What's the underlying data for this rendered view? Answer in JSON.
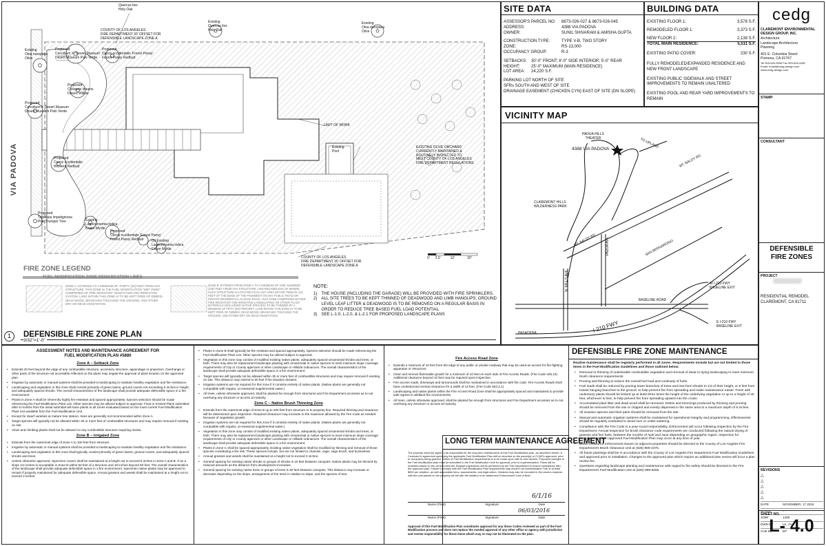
{
  "plan": {
    "title": "DEFENSIBLE FIRE ZONE PLAN",
    "number": "1",
    "scale": "3/32\"=1'-0\"",
    "street_label": "VIA PADOVA",
    "scale_bar_labels": [
      "0'",
      "2.5'",
      "10'",
      "20'"
    ],
    "labels": {
      "quercus": "Quercus ilex\nHoly Oak",
      "county_top": "COUNTY OF LOS ANGELES\nFIRE DEPARTMENT 30' OFFSET FOR\nDEFENSIBLE LANDSCAPE ZONE A",
      "existing_olive": "Existing\nOlea europaea\nOlive",
      "proposed1": "Proposed\nCercidium X 'Desert Museum'\nDesert Museum Palo Verde",
      "proposed2": "Proposed\nCercis occidentalis 'Forest Pansy'\nForest Pansy Redbud",
      "existing_quercus": "Existing\nQuercus ilex\nHoly Oak",
      "existing_olive2": "Existing\nOlea europaea\nOlive",
      "proposed_chilopsis": "Proposed\nChilopsis linearis\nDesert Willow",
      "proposed_cercidium2": "Proposed\nCercidium X Desert Museum\nDesert Museum Palo Verde",
      "limit_of_work": "LIMIT OF WORK",
      "existing_pool": "Existing\nPool",
      "orchard": "EXISTING OLIVE ORCHARD\nCURRENTLY MAINTAINED &\nROUTINELY INSPECTED TO\nMEET COUNTY OF LOS ANGELES\nFIRE DEPARTMENT REGULATIONS",
      "proposed_cercis": "Proposed\nCercis occidentalis\nWestern Redbud",
      "proposed_tabebuia": "Proposed\nTabebuia impetiginosa\nPink Trumpet Tree",
      "existing_lagerstroemia": "Existing\nLagerstroemia indica\nCrape Myrtle",
      "proposed_cercis2": "Proposed\nCercis occidentalis 'Forest Pansy'\nForest Pansy Redbud",
      "existing_lager2": "(3) Existing\nLagerstroemia indica\nCrape Myrtle",
      "county_bottom": "COUNTY OF LOS ANGELES\nFIRE DEPARTMENT 30' OFFSET FOR\nDEFENSIBLE LANDSCAPE ZONE A"
    }
  },
  "legend": {
    "title": "FIRE ZONE LEGEND",
    "subtitle": "FUEL MODIFICATION ZONE DEMARCATION LINES",
    "zone_a": "ZONE A: EXTENDS TO A MINIMUM OF THIRTY (30) FEET FROM ANY STRUCTURE. THIS ZONE IS THE FUEL MODIFICATION \"WET ZONE\" COMPRISED OF FIRE RESISTANT VEGETATION AND IRRIGATION SYSTEM. LAND WITHIN THIS ZONE IS TO BE KEPT FREE OF DEBRIS, DEAD WOOD, BRANCHES TOUCHING THE GROUND, AND OTHER DRY OR DEAD VEGETATION.",
    "zone_b": "ZONE B: EXTENDS FROM ZONE A TO A MINIMUM OF ONE HUNDRED (100) FEET FROM ANY STRUCTURE, AND REGARDLESS OF WHERE SUCH STRUCTURE IS LOCATED PLUS ANY AREA WITHIN TWELVE (12) FEET OF THE EDGE OF THE PAVEMENT ON ANY PUBLIC ROAD OR PRIVATE RESIDENTIAL ACCESS ROAD. THIS ZONE COMPRISED EITHER FIRE RESISTANT AND IRRIGATED LANDSCAPING OR OTHER PLANT MATERIALS (INCLUDING NATIVE SPECIES) TO BE THINNED BY A MINIMUM OF FIFTY (50) PERCENT. LAND WITHIN THIS ZONE IS TO BE KEPT FREE OF DEBRIS, DEAD WOOD, BRANCHES TOUCHING THE GROUND, AND OTHER DRY OR DEAD VEGETATION."
  },
  "note": {
    "title": "NOTE:",
    "items": [
      {
        "n": "1)",
        "t": "THE HOUSE (INCLUDING THE GARAGE) WILL BE PROVIDED WITH FIRE SPRINKLERS."
      },
      {
        "n": "2)",
        "t": "ALL SITE TREES TO BE KEPT THINNED OF DEADWOOD AND LIMB HANGUPS; GROUND LEVEL LEAF LITTER & DEADWOOD IS TO BE REMOVED ON A REGULAR BASIS IN ORDER TO REDUCE TREE BASED FUEL LOAD POTENTIAL."
      },
      {
        "n": "3)",
        "t": "SEE L-1.0, L-2.0, & L-2.1 FOR PROPOSED LANDSCAPE PLANS"
      }
    ]
  },
  "site": {
    "title": "SITE DATA",
    "rows1": [
      {
        "k": "ASSESSOR'S PARCEL NO:",
        "v": "8673-026-027 & 8673-026-045"
      },
      {
        "k": "ADDRESS:",
        "v": "4388 VIA PADOVA"
      },
      {
        "k": "OWNER:",
        "v": "SUNIL SHIVARAM & AMISHA GUPTA"
      }
    ],
    "rows2": [
      {
        "k": "CONSTRUCTION TYPE:",
        "v": "TYPE V-B, TWO STORY"
      },
      {
        "k": "ZONE:",
        "v": "RS-13,000"
      },
      {
        "k": "OCCUPANCY GROUP:",
        "v": "R-3"
      }
    ],
    "rows3": [
      {
        "k": "SETBACKS:",
        "v": "30'-0\" FRONT; 8'-0\" SIDE INTERIOR; 5'-0\" REAR"
      },
      {
        "k": "HEIGHT:",
        "v": "25'-0\" MAXIMUM (MAIN RESIDENCE)"
      },
      {
        "k": "LOT AREA:",
        "v": "24,220 S.F."
      }
    ],
    "lines": [
      "PARKING LOT NORTH OF SITE",
      "SFRs SOUTH AND WEST OF SITE",
      "DRAINAGE EASEMENT (CHICKEN CYN) EAST OF SITE (DN SLOPE)"
    ]
  },
  "building": {
    "title": "BUILDING DATA",
    "rows": [
      {
        "k": "EXISTING FLOOR 1:",
        "v": "3,578 S.F."
      },
      {
        "k": "REMODELED FLOOR 1:",
        "v": "3,373 S.F."
      },
      {
        "k": "NEW FLOOR 2:",
        "v": "2,138 S.F."
      },
      {
        "k": "TOTAL MAIN RESIDENCE:",
        "v": "5,511 S.F."
      },
      {
        "k": "EXISTING PATIO COVER:",
        "v": "230 S.F."
      }
    ],
    "notes": [
      "FULLY REMODELED/EXPANDED RESIDENCE AND NEW FRONT LANDSCAPE",
      "EXISTING PUBLIC SIDEWALK AND STREET IMPROVEMENTS TO REMAIN UNALTERED",
      "EXISTING POOL AND REAR YARD IMPROVEMENTS TO REMAIN"
    ]
  },
  "vicinity": {
    "title": "VICINITY MAP",
    "labels": {
      "theater": "PADUA HILLS\nTHEATER",
      "address": "4388 VIA PADOVA",
      "baldy1": "MT. BALDY RD",
      "baldy2": "MT. BALDY RD",
      "park": "CLAREMONT HILLS\nWILDERNESS PARK",
      "padua": "PADUA AVE",
      "nmills": "N. MILLS AVE",
      "sanbern": "SAN BERNARDINO",
      "baseline": "BASELINE ROAD",
      "i210": "I-210 FWY",
      "pasadena": "PASADENA",
      "exit_top": "W I-210 FWY\nBASELINE EXIT",
      "exit_bot": "E I-210 FWY\nBASELINE EXIT",
      "upland": "TO UPLAND"
    }
  },
  "titleblock": {
    "logo": "cedg",
    "firm": "CLAREMONT ENVIRONMENTAL DESIGN GROUP, INC.",
    "services": [
      "Architecture",
      "Landscape Architecture",
      "Planning"
    ],
    "address": "401 E. Columbia Street\nPomona, CA 91767",
    "phone": "Tel 909-626-3996      Fax 909-626-4382",
    "email": "Email: email@cedg-design.com\nwww.cedg-design.com",
    "stamp": "STAMP",
    "consultant": "CONSULTANT",
    "sheet_title": "DEFENSIBLE\nFIRE ZONES",
    "project_label": "PROJECT",
    "project": "RESIDENTIAL REMODEL\nCLAREMONT, CA 91711",
    "revisions": "REVISIONS",
    "rev_marks": [
      "△",
      "△",
      "△",
      "△",
      "△"
    ],
    "meta": [
      {
        "k": "DATE",
        "v": "NOVEMBER, 17 2015"
      },
      {
        "k": "SCALE",
        "v": "-"
      },
      {
        "k": "JOB#",
        "v": "1406"
      },
      {
        "k": "DWN BY",
        "v": "LK, JV"
      },
      {
        "k": "CHK BY",
        "v": "EP"
      }
    ],
    "sheet_no_label": "SHEET NO.",
    "sheet_no": "L- 4.0"
  },
  "assessment": {
    "title": "ASSESSMENT NOTES AND MAINTENANCE AGREEMENT FOR\nFUEL MODIFICATION PLAN #5880",
    "zone_a_title": "Zone A – Setback Zone",
    "zone_a": [
      "Extends 20 feet beyond the edge of any combustible structure, accessory structure, appendage or projection. Overhangs or other parts of the structure not accessible reflected on the plans may negate the approval of plant location on the approved plan.",
      "Irrigation by automatic or manual systems shall be provided to landscaping to maintain healthy vegetation and fire resistance.",
      "Landscaping and vegetation in this zone shall consist primarily of green lawns, ground covers not exceeding 6 inches in height, and adequately spaced shrubs. The overall characteristics of the landscape shall provide adequate defensible space in a fire environment.",
      "Plants in Zone A shall be inherently highly fire-resistant and spaced appropriately. Species selection should be made referencing the Fuel Modification Plant List. Other species may be utilized subject to approval. Final or revised Plans submitted after 6 months from the initial submittal will have plants in all zones evaluated based on the most current Fuel Modification Plant List available from the Fuel Modification Unit.",
      "Except for dwarf varieties at mature tree stature, trees are generally not recommended within Zone A.",
      "Target species will typically not be allowed within 30 or more feet of combustible structures and may require removal if existing on site.",
      "Vines and climbing plants shall not be allowed on any combustible structure requiring review."
    ],
    "zone_b_title": "Zone B – Irrigated Zone",
    "zone_b": [
      "Extends from the outermost edge of Zone A to 100 feet from structure.",
      "Irrigation by automatic or manual systems shall be provided to landscaping to maintain healthy vegetation and fire resistance.",
      "Landscaping and vegetation in this zone shall typically consist primarily of green lawns, ground covers, and adequately spaced shrubs and trees.",
      "Unless otherwise approved, Specimen covers shall be maintained at a height not to exceed 6 inches in Zone A and B. If on a slope 1/2 inches is acceptable in Zone B within 50 feet of a structure and 18 inches beyond 50 feet. The overall characteristics of the landscape shall provide adequate defensible space in a fire environment. Specimen native plants may be approved to remain if properly maintained for adequate defensible space. Annual grasses and weeds shall be maintained at a height not to exceed 3 inches."
    ]
  },
  "zone_c": {
    "intro": [
      "Plants in Zone B shall typically be fire resistant and spaced appropriately. Species selection should be made referencing the Fuel Modification Plant List. Other species may be utilized subject to approval.",
      "Vegetation in this zone may consist of modified existing native plants, adequately spaced ornamental shrubs and trees, or both. There may also be replacement landscape planting with ornamental or native species to meet minimum slope coverage requirements of City or County agencies or other Landscape or Hillside ordinances. The overall characteristics of the landscape shall provide adequate defensible space in a fire environment.",
      "Target species will typically not be allowed within 30 or more feet of combustible structures and may require removal if existing on site. This distance may extend to 50 feet if the situation dictates.",
      "Irrigation systems are not required for this zone if it consists entirely of native plants. (Native plants are generally not compatible with regular, un-seasonal supplemental water.)",
      "All trees, unless otherwise approved, shall be planted far enough from structures and Fire Department accesses as to not overhang any structure or access at maturity."
    ],
    "title": "Zone C – Native Brush Thinning Zone",
    "items": [
      "Extends from the outermost edge of Zone B up to 200 feet from structure or to property line. Required thinning and clearance will be determined upon inspection. Required clearance may increase to the maximum allowed by the Fire Code as needed because of vegetation growth.",
      "Irrigation systems are not required for this zone if it consists entirely of native plants. (Native plants are generally not compatible with regular, un-seasonal supplemental water.)",
      "Vegetation in this zone may consist of modified existing native plants, adequately spaced ornamental shrubs and trees, or both. There may also be replacement landscape planting with ornamental or native species to meet minimum slope coverage requirements of City or County agencies or other Landscape or Hillside ordinances. The overall characteristics of the landscape shall provide adequate defensible space in a fire environment.",
      "Plants in Zone C shall be spaced appropriately. Existing native vegetation shall be modified by thinning and removal of those species constituting a fire risk. These species include, but are not limited to chamise, sage, sage brush, and buckwheat.",
      "Annual grasses and weeds shall be maintained at a height not to exceed 3 inches.",
      "General spacing for existing native shrubs or groups of shrubs is 15 feet between canopies. Native plants may be thinned by reduced amounts as the distance from development increases.",
      "General spacing for existing native trees or groups of trees is 30 feet between canopies. This distance may increase or decrease depending on the slope, arrangement of the trees in relation to slope, and the species of tree."
    ]
  },
  "access": {
    "title": "Fire Access Road Zone",
    "items": [
      "Extends a minimum of 10 feet from the edge of any public or private roadway that may be used as access for fire-fighting apparatus or resources.",
      "Clear and remove flammable growth for a minimum of 10 feet on each side of Fire Access Roads. (Fire Code 325.10) Additional clearance beyond 10 feet may be required upon inspection.",
      "Fire access roads, driveways and turnarounds shall be maintained in accordance with fire code. Fire Access Roads shall have unobstructed vertical clearance for a width of 13 feet. (Fire Code 503.2.1)",
      "Landscaping and native plants within the Fire Access Road Zone shall be appropriately spaced and maintained to provide safe egress in wildland fire environments.",
      "All trees, unless otherwise approved, shall be planted far enough from structures and Fire Department accesses as to not overhang any structure or access at maturity."
    ]
  },
  "longterm": {
    "title": "LONG TERM MAINTENANCE AGREEMENT",
    "text": "The property owner(s) agree to be responsible for the long-term maintenance of this Fuel Modification plan, as described herein. A Covenant & agreement specifying the applicable Fuel Modification Plan will be recorded on the parcel(s) or CC&R's approved, prior to occupancy being granted. Notice of Fuel Modification requirements is to be made upon sale to new owners. Proposed changes to the Fuel Modification plan must be submitted to the Fuel Modification Unit for approval, prior to implementation. Plans will be reviewed based on the current plant list. Regular inspections will be performed by the Fire Department to ensure compliance with the approved plan. Failure to comply with the Fuel Modification Plan requirements may result in an Administrative Fine of at least $500 per violation, as well as possible liens, assessments, and legal action. Violators may also be recorded in the owners expense with the cost placed on the property tax bill with the addition of an Abatement Enforcement Cost of Bold.",
    "sig_labels": [
      "Name (Print)",
      "Signature",
      "Date"
    ],
    "date1": "6/1/16",
    "date2": "06/03/2016",
    "approval": "Approval of this Fuel Modification Plan constitutes approval for any those Codes reviewed as part of the Fuel Modification process and does not replace the needed approval of any other office or agency with jurisdiction and review responsibility for those items which may or may not be illustrated on the plan."
  },
  "maintenance": {
    "title": "DEFENSIBLE FIRE ZONE MAINTENANCE",
    "intro": "Routine maintenance shall be regularly performed in all zones. Requirements include but are not limited to those items in the Fuel Modification Guidelines and those outlined below:",
    "items": [
      "Removal or thinning of undesirable combustible vegetation and removal of dead or dying landscaping to meet minimum brush clearance requirements.",
      "Pruning and thinning to reduce the overall fuel load and continuity of fuels.",
      "Fuel loads shall be reduced by pruning lower branches of trees and tree-form shrubs to 1/3 of their height, or 6 feet from lowest hanging branches to the ground, to help prevent fire from spreading and make maintenance easier. Trees with understory plants should be limbed up at least three times the height of the underlying vegetation or up to a height of 40 feet, whichever is less, to help prevent fire from spreading upward into the crown.",
      "Accumulated plant litter and dead wood shall be removed. Debris and trimmings produced by thinning and pruning should be removed from the site or chipped and evenly dispersed in the same area to a maximum depth of 6 inches.",
      "All invasive species and their parts should be removed from the site.",
      "Manual and automatic irrigation systems shall be maintained for operational integrity and programming. Effectiveness should be regularly evaluated to avoid over or under-watering.",
      "Compliance with the Fire Code is a year-round responsibility. Enforcement will occur following inspection by the Fire Department. Annual inspection for brush clearance code requirements are conducted following the natural drying of grasses and fine fuels, between the months of April and June depending on geographic region. Inspection for compliance with an approved Fuel Modification Plan may occur at any time of year.",
      "Brush Clearance enforcement issues on adjacent properties should be directed to the County of Los Angeles Fire Department's Brush Clearance Unit at (626) 969-2375.",
      "All future plantings shall be in accordance with the County of Los Angeles Fire Department Fuel Modification Guidelines and approved prior to installation. Changes to the approved plan which require an additional plan review will incur a plan review fee.",
      "Questions regarding landscape planting and maintenance with regard to fire safety should be directed to the Fire Department's Fuel Modification Unit at (626) 969-5205."
    ]
  }
}
